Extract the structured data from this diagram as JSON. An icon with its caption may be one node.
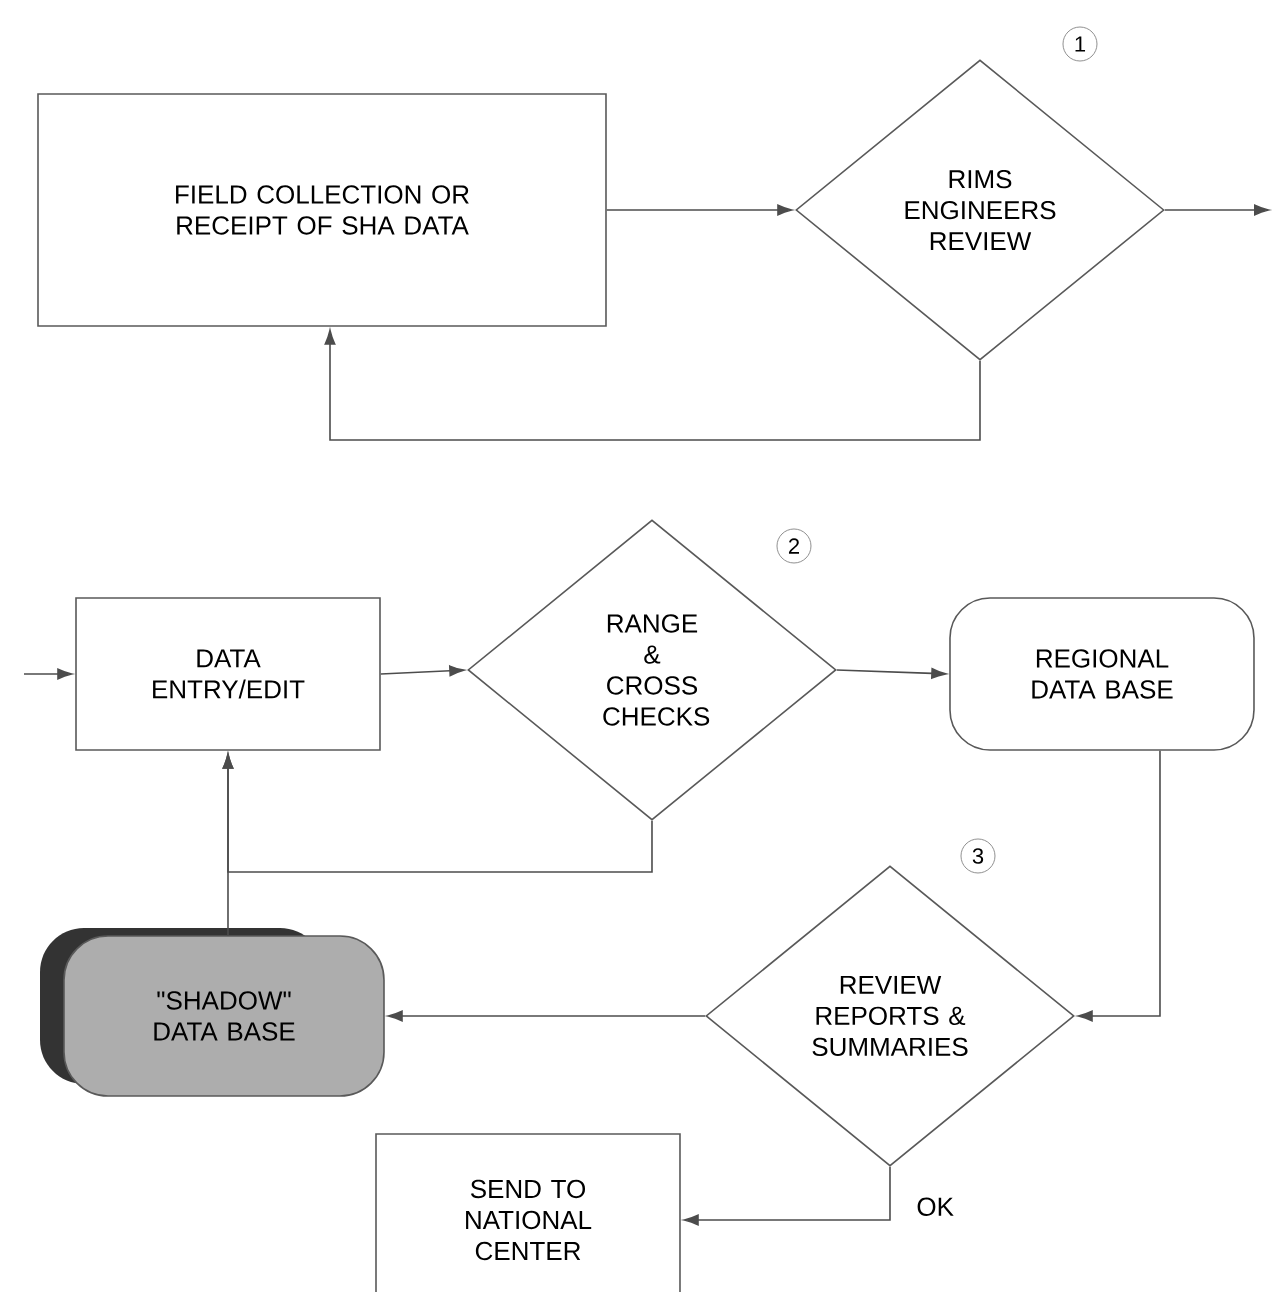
{
  "diagram": {
    "nodes": [
      {
        "text": [
          "FIELD COLLECTION OR RECEIPT OF SHA DATA"
        ]
      },
      {
        "text": [
          "RIMS ENGINEERS REVIEW"
        ],
        "beside": [
          "1"
        ]
      },
      {
        "text": [
          "DATA ENTRY/EDIT"
        ]
      },
      {
        "text": [
          "RANGE & CROSS CHECKS"
        ],
        "beside": [
          "2"
        ]
      },
      {
        "text": [
          "REGIONAL DATA BASE"
        ]
      },
      {
        "text": [
          "\"SHADOW\" DATA BASE"
        ]
      },
      {
        "text": [
          "REVIEW REPORTS & SUMMARIES"
        ],
        "beside": [
          "3"
        ]
      },
      {
        "text": [
          "SEND TO NATIONAL CENTER"
        ]
      }
    ],
    "edges": [
      {
        "from": 0,
        "to": 1,
        "arrow": "to"
      },
      {
        "from": 1,
        "to": null,
        "arrow": "to"
      },
      {
        "from": 1,
        "to": 0,
        "arrow": "to"
      },
      {
        "from": null,
        "to": 2,
        "arrow": "to"
      },
      {
        "from": 2,
        "to": 3,
        "arrow": "to"
      },
      {
        "from": 3,
        "to": 4,
        "arrow": "to"
      },
      {
        "from": 3,
        "to": 2,
        "arrow": "to"
      },
      {
        "from": 5,
        "to": 2,
        "arrow": "to"
      },
      {
        "from": 4,
        "to": 6,
        "arrow": "to"
      },
      {
        "from": 6,
        "to": 5,
        "arrow": "to"
      },
      {
        "from": 6,
        "to": 7,
        "arrow": "to",
        "label": "OK"
      }
    ]
  }
}
